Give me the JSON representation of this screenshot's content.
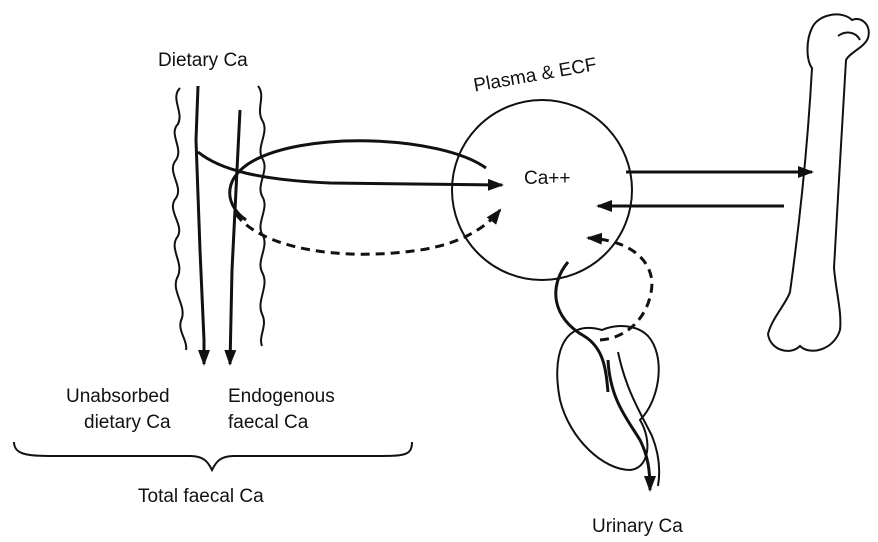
{
  "labels": {
    "dietary_ca": "Dietary Ca",
    "plasma_ecf": "Plasma & ECF",
    "ca_ion": "Ca++",
    "unabsorbed_line1": "Unabsorbed",
    "unabsorbed_line2": "dietary Ca",
    "endogenous_line1": "Endogenous",
    "endogenous_line2": "faecal Ca",
    "total_faecal": "Total faecal Ca",
    "urinary_ca": "Urinary Ca"
  },
  "colors": {
    "stroke": "#111111",
    "background": "#ffffff"
  }
}
